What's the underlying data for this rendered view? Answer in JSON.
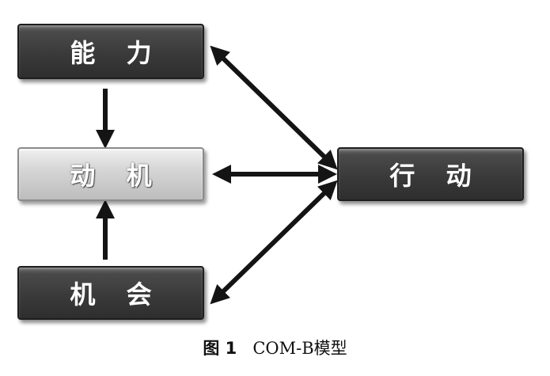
{
  "nodes": {
    "capability": "能 力",
    "motivation": "动 机",
    "opportunity": "机 会",
    "behavior": "行 动"
  },
  "caption": {
    "label": "图 1",
    "title": "COM-B模型"
  },
  "colors": {
    "dark_box": "#3a3a3a",
    "light_box": "#cfcfcf",
    "arrow": "#141414",
    "text": "#ffffff"
  }
}
